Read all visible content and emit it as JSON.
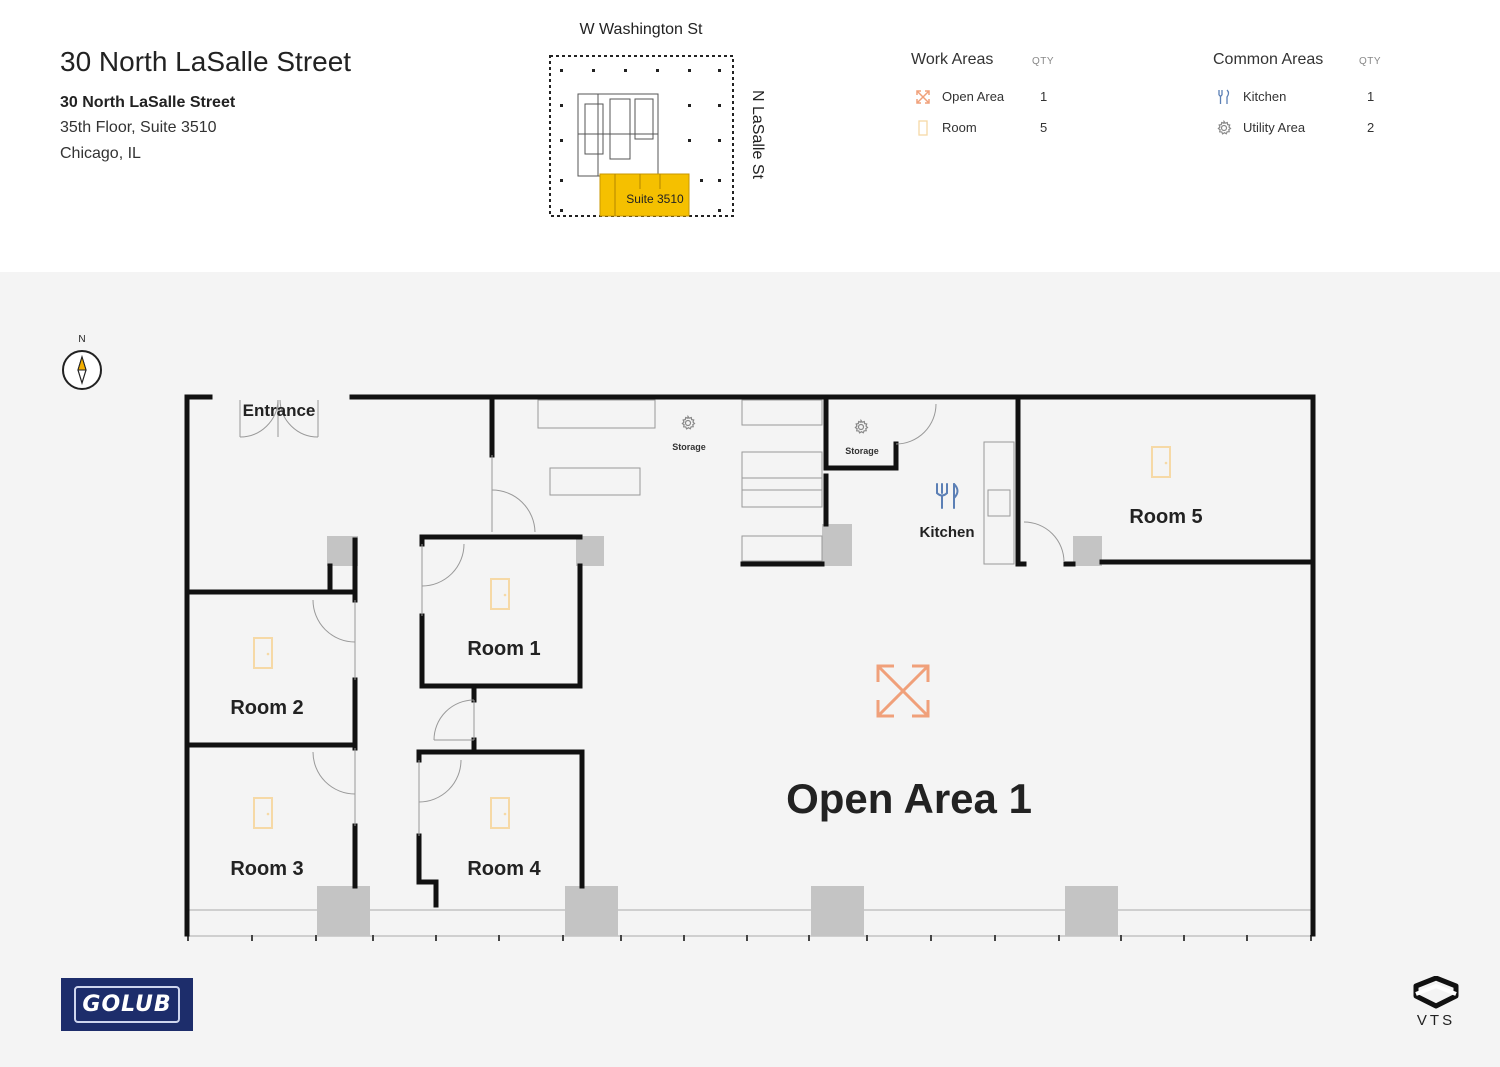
{
  "building": {
    "title": "30 North LaSalle Street",
    "address_line1": "30 North LaSalle Street",
    "address_line2": "35th Floor, Suite 3510",
    "address_line3": "Chicago, IL"
  },
  "keyplan": {
    "street_north": "W Washington St",
    "street_east": "N LaSalle St",
    "suite_label": "Suite 3510",
    "highlight_color": "#f5c000"
  },
  "legend": {
    "work_areas": {
      "heading": "Work Areas",
      "qty_label": "QTY",
      "items": [
        {
          "label": "Open Area",
          "qty": "1",
          "icon": "open-area-icon",
          "color": "#f0a07a"
        },
        {
          "label": "Room",
          "qty": "5",
          "icon": "room-icon",
          "color": "#f6d9a6"
        }
      ]
    },
    "common_areas": {
      "heading": "Common Areas",
      "qty_label": "QTY",
      "items": [
        {
          "label": "Kitchen",
          "qty": "1",
          "icon": "kitchen-icon",
          "color": "#5b7fb5"
        },
        {
          "label": "Utility Area",
          "qty": "2",
          "icon": "gear-icon",
          "color": "#888888"
        }
      ]
    }
  },
  "compass": {
    "label": "N"
  },
  "floorplan": {
    "rooms": {
      "entrance": "Entrance",
      "storage_1": "Storage",
      "storage_2": "Storage",
      "kitchen": "Kitchen",
      "room_1": "Room 1",
      "room_2": "Room 2",
      "room_3": "Room 3",
      "room_4": "Room 4",
      "room_5": "Room 5",
      "open_area": "Open Area 1"
    }
  },
  "logos": {
    "golub": "GOLUB",
    "vts": "VTS"
  }
}
